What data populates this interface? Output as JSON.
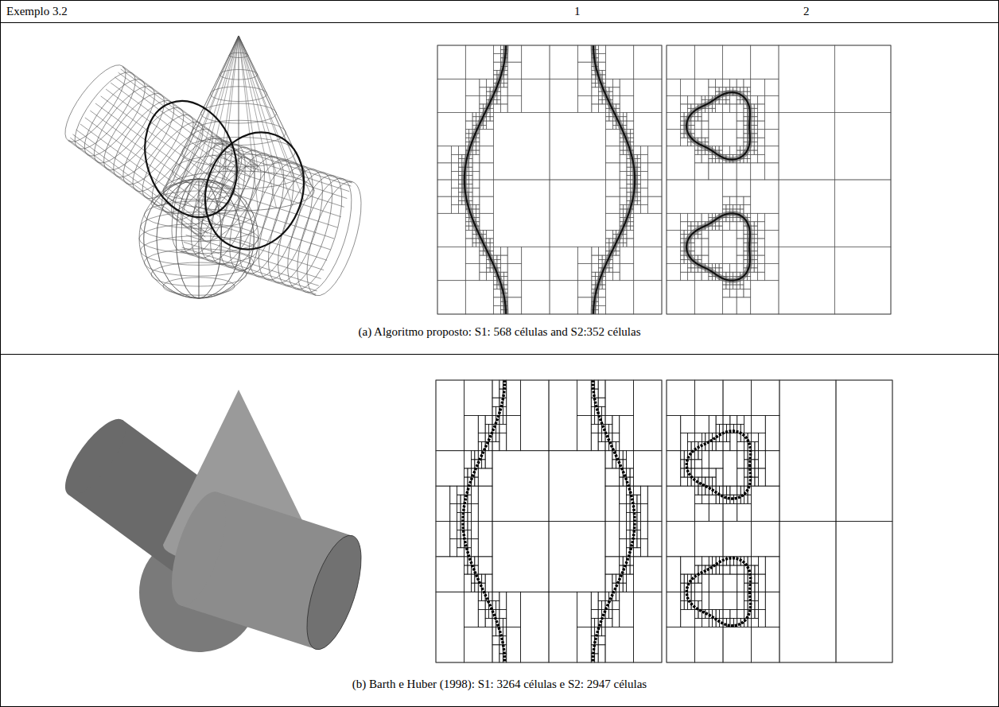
{
  "diagram": {
    "labels": [
      "Exemplo 3.2",
      "1",
      "2",
      "(a) Algoritmo proposto: S1: 568 células and S2:352 células",
      "(b) Barth e Huber (1998): S1: 3264 células e S2: 2947 células"
    ]
  }
}
